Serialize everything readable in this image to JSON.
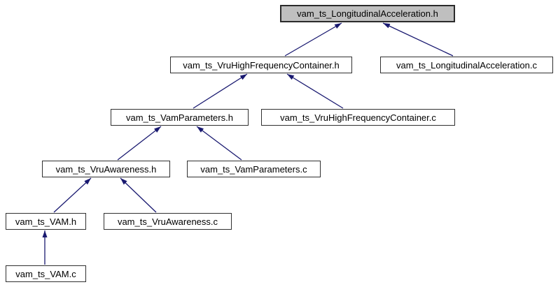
{
  "diagram": {
    "type": "doxygen-included-by-dependency-graph",
    "root_file": "vam_ts_LongitudinalAcceleration.h"
  },
  "colors": {
    "edge_arrow": "#191970",
    "node_fill": "#ffffff",
    "highlighted_node_fill": "#bfbfbf",
    "node_border": "#303030",
    "background": "#ffffff",
    "text": "#000000"
  },
  "nodes": [
    {
      "label": "vam_ts_LongitudinalAcceleration.h",
      "highlighted": true
    },
    {
      "label": "vam_ts_VruHighFrequencyContainer.h",
      "highlighted": false
    },
    {
      "label": "vam_ts_LongitudinalAcceleration.c",
      "highlighted": false
    },
    {
      "label": "vam_ts_VamParameters.h",
      "highlighted": false
    },
    {
      "label": "vam_ts_VruHighFrequencyContainer.c",
      "highlighted": false
    },
    {
      "label": "vam_ts_VruAwareness.h",
      "highlighted": false
    },
    {
      "label": "vam_ts_VamParameters.c",
      "highlighted": false
    },
    {
      "label": "vam_ts_VAM.h",
      "highlighted": false
    },
    {
      "label": "vam_ts_VruAwareness.c",
      "highlighted": false
    },
    {
      "label": "vam_ts_VAM.c",
      "highlighted": false
    }
  ],
  "edges": [
    {
      "from": "vam_ts_VruHighFrequencyContainer.h",
      "to": "vam_ts_LongitudinalAcceleration.h"
    },
    {
      "from": "vam_ts_LongitudinalAcceleration.c",
      "to": "vam_ts_LongitudinalAcceleration.h"
    },
    {
      "from": "vam_ts_VamParameters.h",
      "to": "vam_ts_VruHighFrequencyContainer.h"
    },
    {
      "from": "vam_ts_VruHighFrequencyContainer.c",
      "to": "vam_ts_VruHighFrequencyContainer.h"
    },
    {
      "from": "vam_ts_VruAwareness.h",
      "to": "vam_ts_VamParameters.h"
    },
    {
      "from": "vam_ts_VamParameters.c",
      "to": "vam_ts_VamParameters.h"
    },
    {
      "from": "vam_ts_VAM.h",
      "to": "vam_ts_VruAwareness.h"
    },
    {
      "from": "vam_ts_VruAwareness.c",
      "to": "vam_ts_VruAwareness.h"
    },
    {
      "from": "vam_ts_VAM.c",
      "to": "vam_ts_VAM.h"
    }
  ]
}
